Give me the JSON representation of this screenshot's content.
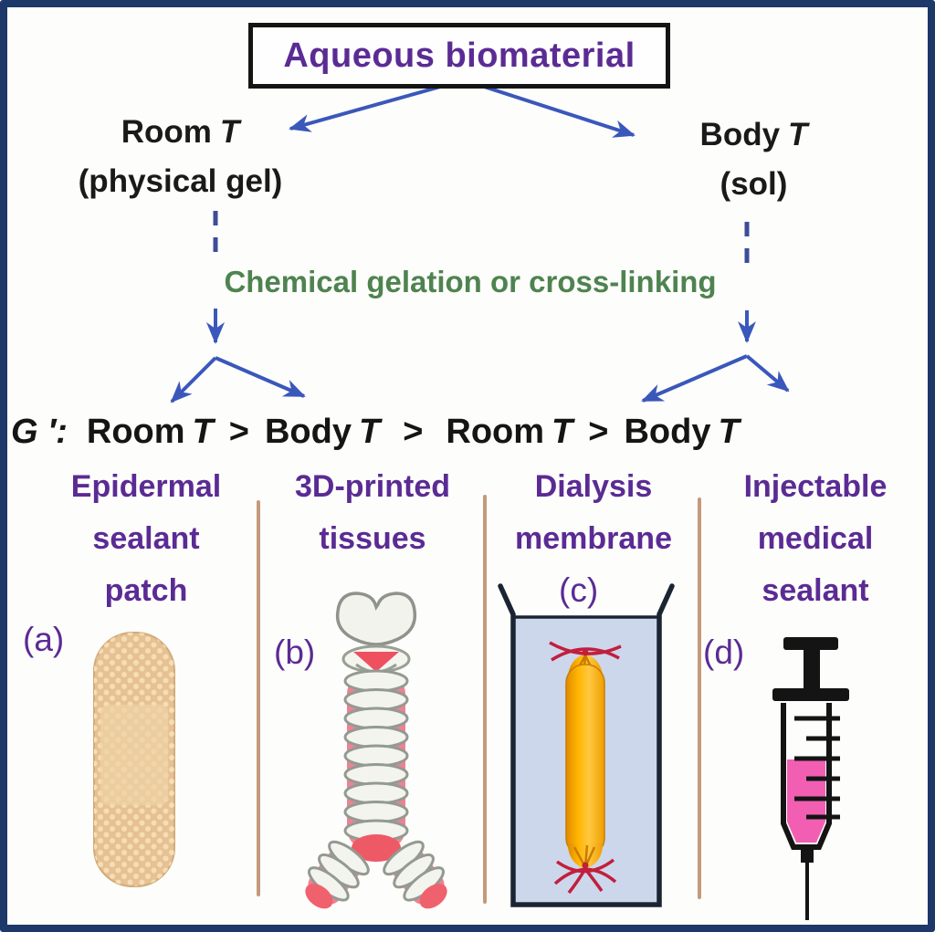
{
  "title": "Aqueous biomaterial",
  "branches": {
    "left": {
      "temp": "Room",
      "t": "T",
      "state": "(physical gel)"
    },
    "right": {
      "temp": "Body",
      "t": "T",
      "state": "(sol)"
    }
  },
  "process": "Chemical gelation or cross-linking",
  "modulus": {
    "g": "G ′:",
    "w1": "Room",
    "t1": "T",
    "gt1": ">",
    "w2": "Body",
    "t2": "T",
    "gt2": ">",
    "w3": "Room",
    "t3": "T",
    "gt3": ">",
    "w4": "Body",
    "t4": "T"
  },
  "columns": [
    {
      "marker": "(a)",
      "label": "Epidermal\nsealant\npatch",
      "illustration": "adhesive-bandage"
    },
    {
      "marker": "(b)",
      "label": "3D-printed\ntissues",
      "illustration": "printed-trachea-tissue"
    },
    {
      "marker": "(c)",
      "label": "Dialysis\nmembrane",
      "illustration": "dialysis-tube-in-beaker"
    },
    {
      "marker": "(d)",
      "label": "Injectable\nmedical\nsealant",
      "illustration": "syringe-with-pink-sealant"
    }
  ],
  "colors": {
    "frame_navy": "#1d3869",
    "heading_purple": "#5b2b94",
    "process_green": "#4e8350",
    "arrow_blue": "#3a57bb",
    "divider_tan": "#c49a7a",
    "text_black": "#1a1a1a",
    "bandage_tan": "#e6c193",
    "membrane_orange": "#ffb400",
    "beaker_liquid_blue": "#ccd7ec",
    "sealant_pink": "#f25fb2",
    "tissue_pink": "#ec8392"
  }
}
